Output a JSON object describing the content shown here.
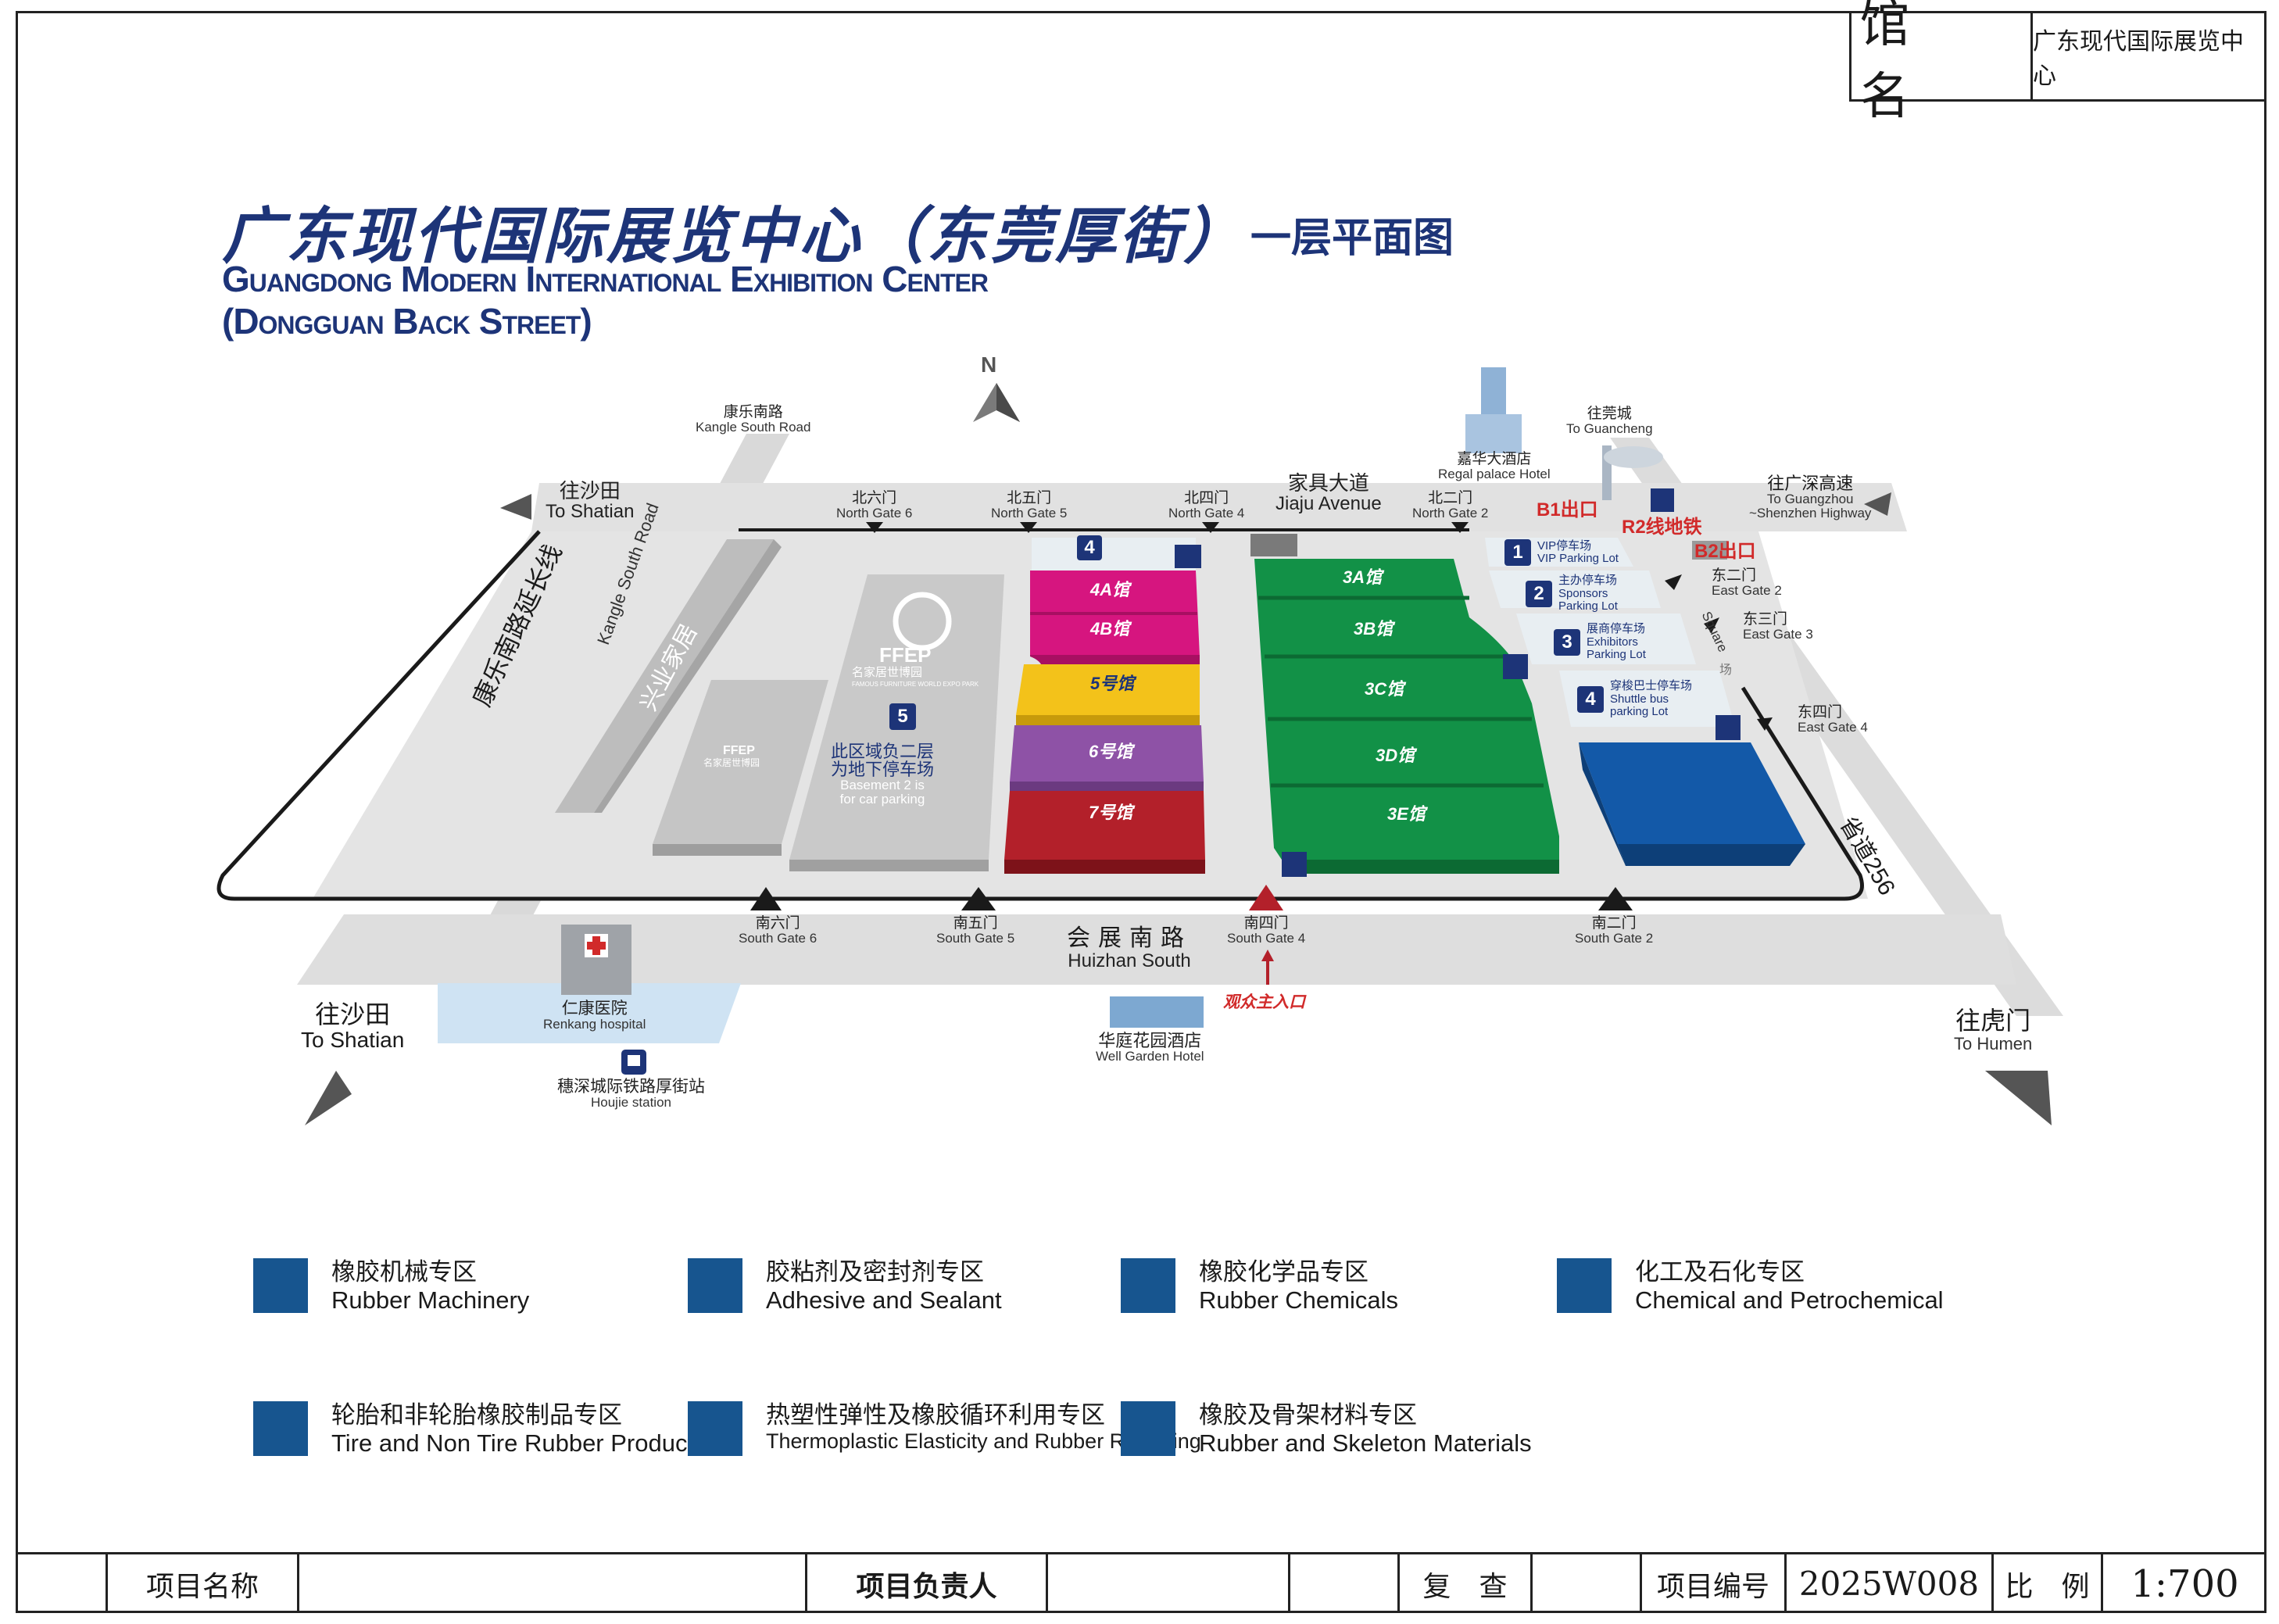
{
  "title_block": {
    "key": "馆　名",
    "value": "广东现代国际展览中心"
  },
  "title": {
    "cn": "广东现代国际展览中心（东莞厚街）",
    "cn_sub": "一层平面图",
    "en_line1": "Guangdong Modern International Exhibition Center",
    "en_line2": "(Dongguan Back Street)"
  },
  "compass": "N",
  "roads": {
    "kangle_south_cn": "康乐南路",
    "kangle_south_en": "Kangle South Road",
    "to_shatian_top_cn": "往沙田",
    "to_shatian_top_en": "To Shatian",
    "jiaju_cn": "家具大道",
    "jiaju_en": "Jiaju Avenue",
    "to_gz_cn": "往广深高速",
    "to_gz_en1": "To Guangzhou",
    "to_gz_en2": "~Shenzhen Highway",
    "to_guancheng_cn": "往莞城",
    "to_guancheng_en": "To Guancheng",
    "kangle_ext_cn": "康乐南路延长线",
    "kangle_ext_en": "Kangle South Road",
    "xingye_cn": "兴业家居",
    "huizhan_cn": "会展南路",
    "huizhan_en": "Huizhan  South",
    "to_shatian_bot_cn": "往沙田",
    "to_shatian_bot_en": "To Shatian",
    "to_humen_cn": "往虎门",
    "to_humen_en": "To Humen",
    "provincial_cn": "省道256",
    "square_en": "Square",
    "square_cn": "场"
  },
  "gates": {
    "north6_cn": "北六门",
    "north6_en": "North Gate  6",
    "north5_cn": "北五门",
    "north5_en": "North Gate 5",
    "north4_cn": "北四门",
    "north4_en": "North Gate 4",
    "north2_cn": "北二门",
    "north2_en": "North Gate 2",
    "east2_cn": "东二门",
    "east2_en": "East Gate 2",
    "east3_cn": "东三门",
    "east3_en": "East Gate 3",
    "east4_cn": "东四门",
    "east4_en": "East Gate 4",
    "south6_cn": "南六门",
    "south6_en": "South Gate 6",
    "south5_cn": "南五门",
    "south5_en": "South Gate 5",
    "south4_cn": "南四门",
    "south4_en": "South Gate 4",
    "south2_cn": "南二门",
    "south2_en": "South Gate 2"
  },
  "landmarks": {
    "regal_cn": "嘉华大酒店",
    "regal_en": "Regal palace Hotel",
    "renkang_cn": "仁康医院",
    "renkang_en": "Renkang hospital",
    "houjie_cn": "穗深城际铁路厚街站",
    "houjie_en": "Houjie station",
    "wellgarden_cn": "华庭花园酒店",
    "wellgarden_en": "Well Garden Hotel",
    "main_entrance_cn": "观众主入口",
    "b1": "B1出口",
    "b2": "B2出口",
    "metro": "R2线地铁"
  },
  "buildings": {
    "ffep_big": "FFEP",
    "ffep_big_cn": "名家居世博园",
    "ffep_big_en": "FAMOUS FURNITURE WORLD EXPO PARK",
    "ffep_small": "FFEP",
    "ffep_small_cn": "名家居世博园",
    "basement_cn1": "此区域负二层",
    "basement_cn2": "为地下停车场",
    "basement_en1": "Basement 2 is",
    "basement_en2": "for car parking",
    "p5": "5"
  },
  "halls": [
    "4A馆",
    "4B馆",
    "5号馆",
    "6号馆",
    "7号馆",
    "3A馆",
    "3B馆",
    "3C馆",
    "3D馆",
    "3E馆"
  ],
  "parking": {
    "p1_num": "1",
    "p1_cn": "VIP停车场",
    "p1_en": "VIP Parking Lot",
    "p2_num": "2",
    "p2_cn": "主办停车场",
    "p2_en1": "Sponsors",
    "p2_en2": "Parking Lot",
    "p3_num": "3",
    "p3_cn": "展商停车场",
    "p3_en1": "Exhibitors",
    "p3_en2": "Parking Lot",
    "p4_num": "4",
    "p4_cn": "穿梭巴士停车场",
    "p4_en1": "Shuttle bus",
    "p4_en2": "parking Lot",
    "p4_top": "4"
  },
  "legend": [
    {
      "cn": "橡胶机械专区",
      "en": "Rubber Machinery"
    },
    {
      "cn": "胶粘剂及密封剂专区",
      "en": "Adhesive and Sealant"
    },
    {
      "cn": "橡胶化学品专区",
      "en": "Rubber Chemicals"
    },
    {
      "cn": "化工及石化专区",
      "en": "Chemical and Petrochemical"
    },
    {
      "cn": "轮胎和非轮胎橡胶制品专区",
      "en": "Tire and Non Tire Rubber Products"
    },
    {
      "cn": "热塑性弹性及橡胶循环利用专区",
      "en": "Thermoplastic Elasticity and Rubber Recycling"
    },
    {
      "cn": "橡胶及骨架材料专区",
      "en": "Rubber and Skeleton Materials"
    }
  ],
  "legend_color": "#17558f",
  "footer": {
    "project_name_label": "项目名称",
    "project_name_value": "",
    "manager_label": "项目负责人",
    "manager_value": "",
    "review_label": "复　查",
    "review_value": "",
    "project_no_label": "项目编号",
    "project_no_value": "2025W008",
    "scale_label": "比　例",
    "scale_value": "1:700"
  },
  "colors": {
    "hall_4": "#d6157f",
    "hall_5": "#f3c21a",
    "hall_6": "#8e52a6",
    "hall_7": "#b3202a",
    "hall_3": "#129147",
    "hall_east": "#1359a8",
    "title": "#1d3478",
    "road": "#dcdcdc"
  }
}
